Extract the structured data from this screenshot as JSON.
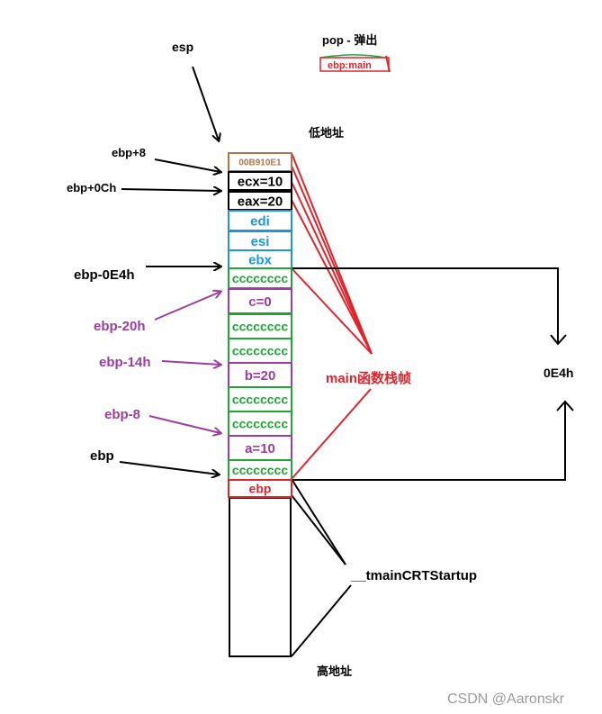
{
  "legend": {
    "pop_title": "pop - 弹出",
    "pop_sample": "ebp:main"
  },
  "addresses": {
    "low": "低地址",
    "high": "高地址"
  },
  "pointers": {
    "esp": "esp",
    "ebp_plus_8": "ebp+8",
    "ebp_plus_0ch": "ebp+0Ch",
    "ebp_minus_0e4h": "ebp-0E4h",
    "ebp_minus_20h": "ebp-20h",
    "ebp_minus_14h": "ebp-14h",
    "ebp_minus_8": "ebp-8",
    "ebp": "ebp"
  },
  "stack_cells": [
    {
      "text": "00B910E1",
      "color": "#b5734a"
    },
    {
      "text": "ecx=10",
      "color": "#000000"
    },
    {
      "text": "eax=20",
      "color": "#000000"
    },
    {
      "text": "edi",
      "color": "#1e96d8"
    },
    {
      "text": "esi",
      "color": "#1e96d8"
    },
    {
      "text": "ebx",
      "color": "#1e96d8"
    },
    {
      "text": "cccccccc",
      "color": "#22a538"
    },
    {
      "text": "c=0",
      "color": "#9b3ea0"
    },
    {
      "text": "cccccccc",
      "color": "#22a538"
    },
    {
      "text": "cccccccc",
      "color": "#22a538"
    },
    {
      "text": "b=20",
      "color": "#9b3ea0"
    },
    {
      "text": "cccccccc",
      "color": "#22a538"
    },
    {
      "text": "cccccccc",
      "color": "#22a538"
    },
    {
      "text": "a=10",
      "color": "#9b3ea0"
    },
    {
      "text": "cccccccc",
      "color": "#22a538"
    },
    {
      "text": "ebp",
      "color": "#e0242b"
    }
  ],
  "labels": {
    "main_frame": "main函数栈帧",
    "frame_size": "0E4h",
    "caller": "__tmainCRTStartup"
  },
  "watermark": "CSDN @Aaronskr",
  "colors": {
    "red": "#e0242b",
    "purple": "#9b3ea0",
    "green": "#22a538",
    "blue": "#1e96d8",
    "brown": "#b5734a",
    "black": "#000000"
  }
}
